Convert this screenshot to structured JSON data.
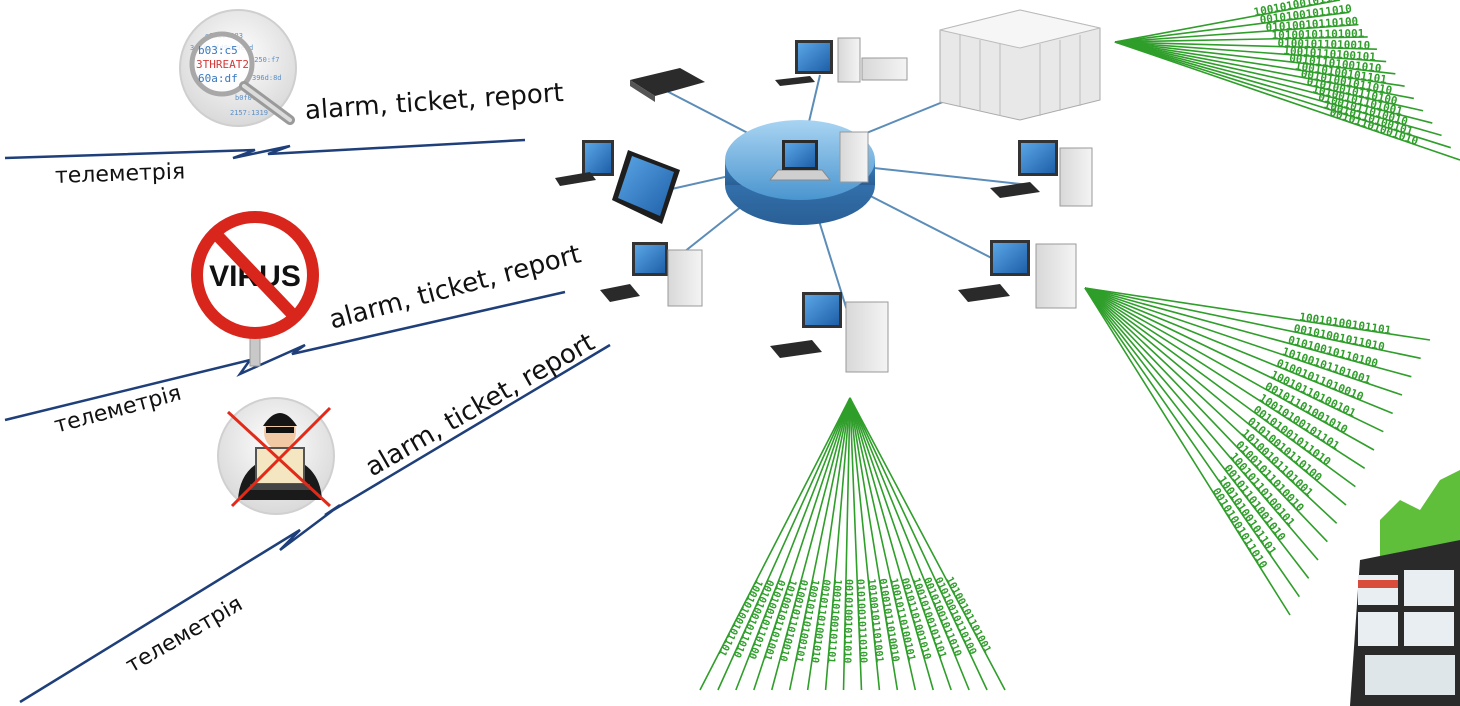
{
  "labels": {
    "alarm_1": "alarm, ticket, report",
    "alarm_2": "alarm, ticket, report",
    "alarm_3": "alarm, ticket, report",
    "telemetry_1": "телеметрія",
    "telemetry_2": "телеметрія",
    "telemetry_3": "телеметрія"
  },
  "icons": {
    "threat": {
      "lens_text": "THREAT",
      "hex_lines": [
        "b03:c5",
        "60a:df",
        "3THREAT2"
      ]
    },
    "virus": {
      "sign_text": "VIRUS"
    }
  },
  "colors": {
    "hub": "#6fb0e0",
    "link": "#1f3f7a",
    "binary": "#2f9e2a",
    "spokes": "#5c8db8"
  }
}
